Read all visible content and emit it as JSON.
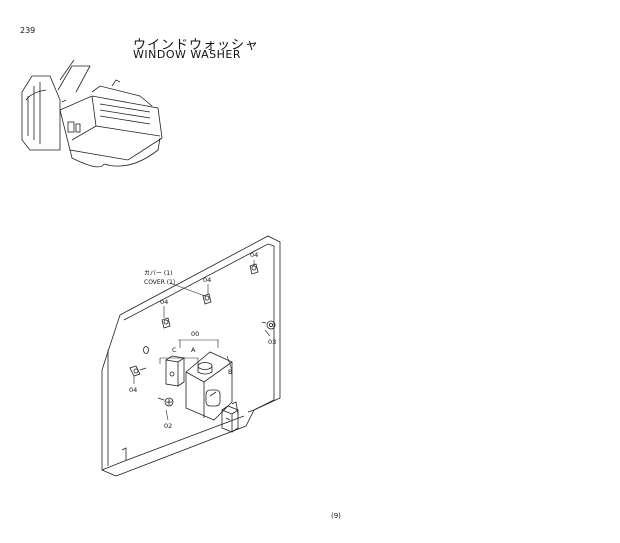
{
  "page_number": "239",
  "title_jp": "ウインドウォッシャ",
  "title_en": "WINDOW WASHER",
  "callouts": {
    "cover_jp": "カバー (1)",
    "cover_en": "COVER (1)",
    "part_00": "00",
    "label_a": "A",
    "label_b": "B",
    "label_c": "C",
    "part_02": "02",
    "part_03": "03",
    "part_04": "04"
  },
  "footer_mark": "(9)"
}
